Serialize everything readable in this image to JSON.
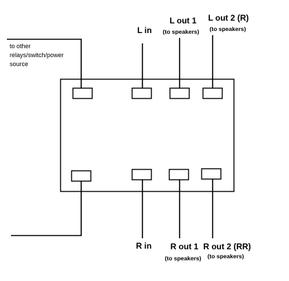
{
  "labels": {
    "other_source": [
      "to other",
      "relays/switch/power",
      "source"
    ],
    "l_in": "L in",
    "l_out1": "L out 1",
    "l_out1_sub": "(to speakers)",
    "l_out2": "L out 2 (R)",
    "l_out2_sub": "(to speakers)",
    "r_in": "R in",
    "r_out1": "R out 1",
    "r_out1_sub": "(to speakers)",
    "r_out2": "R out 2 (RR)",
    "r_out2_sub": "(to speakers)"
  },
  "colors": {
    "line": "#000000",
    "background": "#ffffff"
  }
}
